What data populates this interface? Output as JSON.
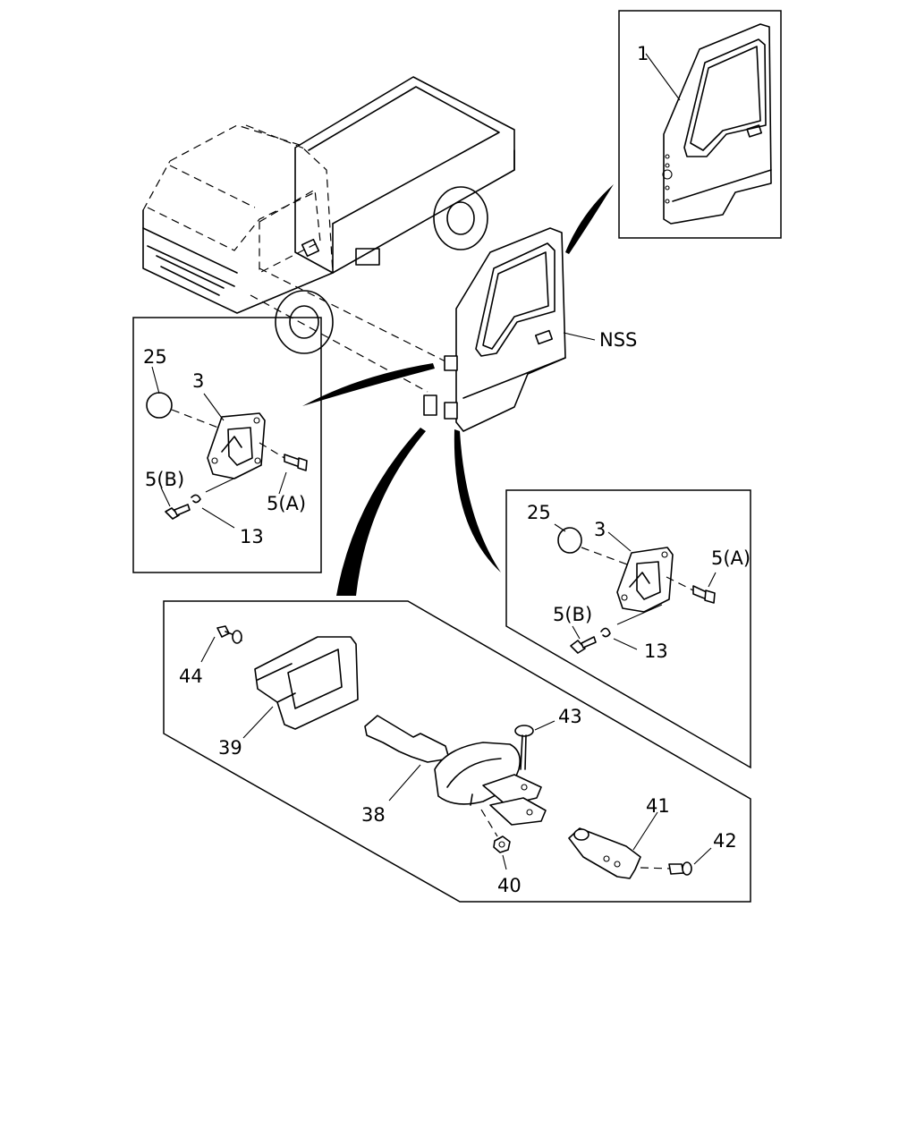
{
  "labels": {
    "part_1": "1",
    "nss": "NSS",
    "left_panel": {
      "p25": "25",
      "p3": "3",
      "p5b": "5(B)",
      "p5a": "5(A)",
      "p13": "13"
    },
    "right_panel": {
      "p25": "25",
      "p3": "3",
      "p5a": "5(A)",
      "p5b": "5(B)",
      "p13": "13"
    },
    "lower_panel": {
      "p44": "44",
      "p39": "39",
      "p43": "43",
      "p38": "38",
      "p41": "41",
      "p42": "42",
      "p40": "40"
    }
  }
}
